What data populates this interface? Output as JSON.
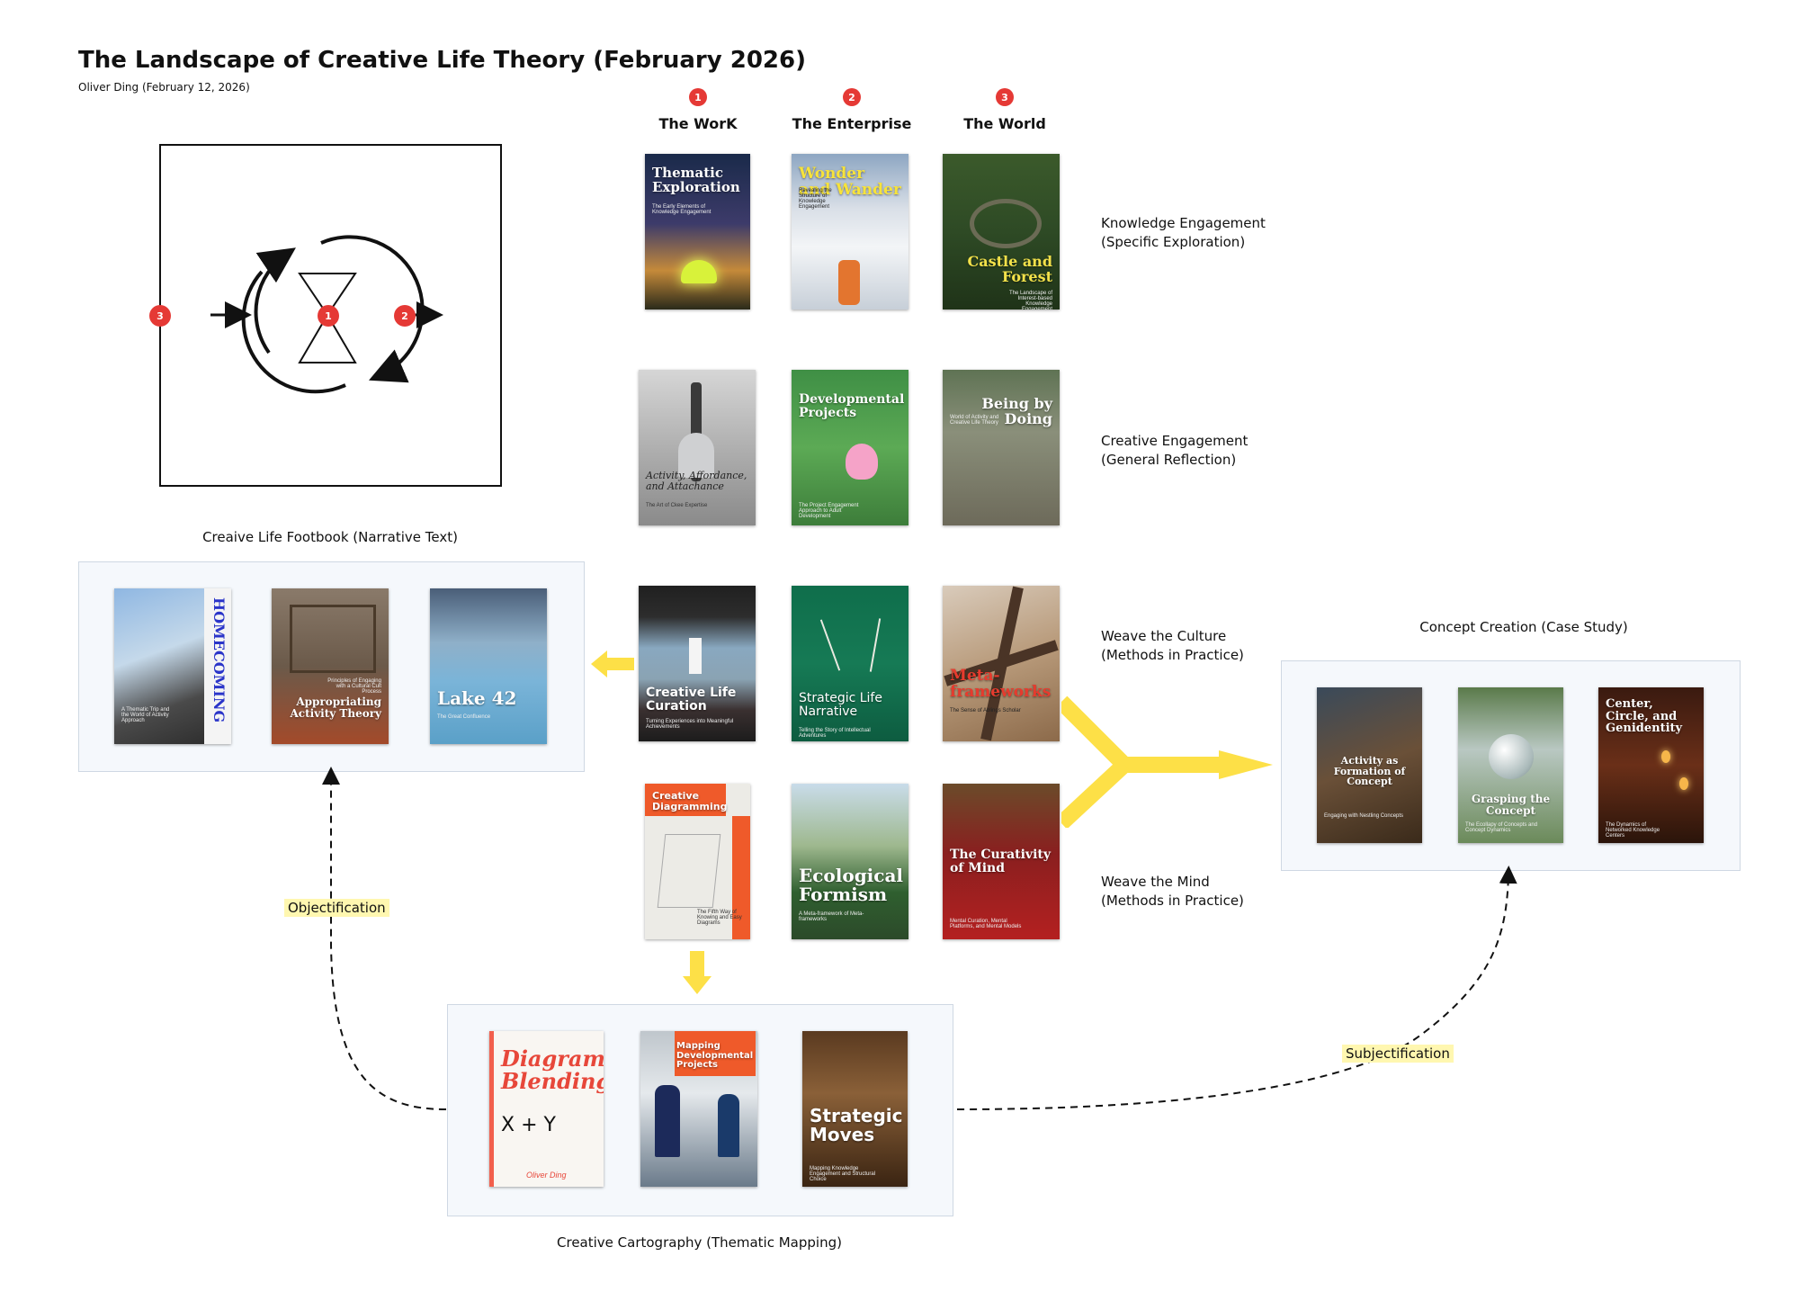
{
  "header": {
    "title": "The Landscape of Creative Life Theory (February 2026)",
    "author_line": "Oliver Ding (February 12, 2026)"
  },
  "columns": [
    {
      "num": "1",
      "label": "The WorK"
    },
    {
      "num": "2",
      "label": "The Enterprise"
    },
    {
      "num": "3",
      "label": "The World"
    }
  ],
  "rows": [
    {
      "line1": "Knowledge Engagement",
      "line2": "(Specific Exploration)"
    },
    {
      "line1": "Creative Engagement",
      "line2": "(General Reflection)"
    },
    {
      "line1": "Weave the Culture",
      "line2": "(Methods in Practice)"
    },
    {
      "line1": "Weave the Mind",
      "line2": "(Methods in Practice)"
    }
  ],
  "diagram": {
    "badge1": "1",
    "badge2": "2",
    "badge3": "3"
  },
  "grid_books": [
    {
      "title": "Thematic Exploration",
      "sub": "The Early Elements of Knowledge Engagement"
    },
    {
      "title": "Wonder and Wander",
      "sub": "Revealing the Structure of Knowledge Engagement"
    },
    {
      "title": "Castle and Forest",
      "sub": "The Landscape of Interest-based Knowledge Engagement"
    },
    {
      "title": "Activity, Affordance, and Attachance",
      "sub": "The Art of Ckee Expertise"
    },
    {
      "title": "Developmental Projects",
      "sub": "The Project Engagement Approach to Adult Development"
    },
    {
      "title": "Being by Doing",
      "sub": "World of Activity and Creative Life Theory"
    },
    {
      "title": "Creative Life Curation",
      "sub": "Turning Experiences into Meaningful Achievements"
    },
    {
      "title": "Strategic Life Narrative",
      "sub": "Telling the Story of Intellectual Adventures"
    },
    {
      "title": "Meta-frameworks",
      "sub": "The Sense of Ablings Scholar"
    },
    {
      "title": "Creative Diagramming",
      "sub": "The Fifth Way of Knowing and Easy Diagrams"
    },
    {
      "title": "Ecological Formism",
      "sub": "A Meta-framework of Meta-frameworks"
    },
    {
      "title": "The Curativity of Mind",
      "sub": "Mental Curation, Mental Platforms, and Mental Models"
    }
  ],
  "footbook": {
    "caption": "Creaive Life Footbook (Narrative Text)",
    "books": [
      {
        "title": "HOMECOMING",
        "sub": "A Thematic Trip and the World of Activity Approach"
      },
      {
        "title": "Appropriating Activity Theory",
        "sub": "Principles of Engaging with a Cultural Cult Process"
      },
      {
        "title": "Lake 42",
        "sub": "The Great Confluence"
      }
    ]
  },
  "concept": {
    "caption": "Concept Creation (Case Study)",
    "books": [
      {
        "title": "Activity as Formation of Concept",
        "sub": "Engaging with Nestling Concepts"
      },
      {
        "title": "Grasping the Concept",
        "sub": "The Ecollapy of Concepts and Concept Dynamics"
      },
      {
        "title": "Center, Circle, and Genidentity",
        "sub": "The Dynamics of Networked Knowledge Centers"
      }
    ]
  },
  "cartography": {
    "caption": "Creative Cartography (Thematic Mapping)",
    "books": [
      {
        "title": "Diagram Blending",
        "sub": "Oliver Ding"
      },
      {
        "title": "Mapping Developmental Projects",
        "sub": ""
      },
      {
        "title": "Strategic Moves",
        "sub": "Mapping Knowledge Engagement and Structural Choice"
      }
    ]
  },
  "flow_labels": {
    "objectification": "Objectification",
    "subjectification": "Subjectification"
  },
  "colors": {
    "badge": "#e53935",
    "arrow_yellow": "#fde047",
    "panel_bg": "#f5f8fc",
    "tag_bg": "#fff7b0"
  }
}
